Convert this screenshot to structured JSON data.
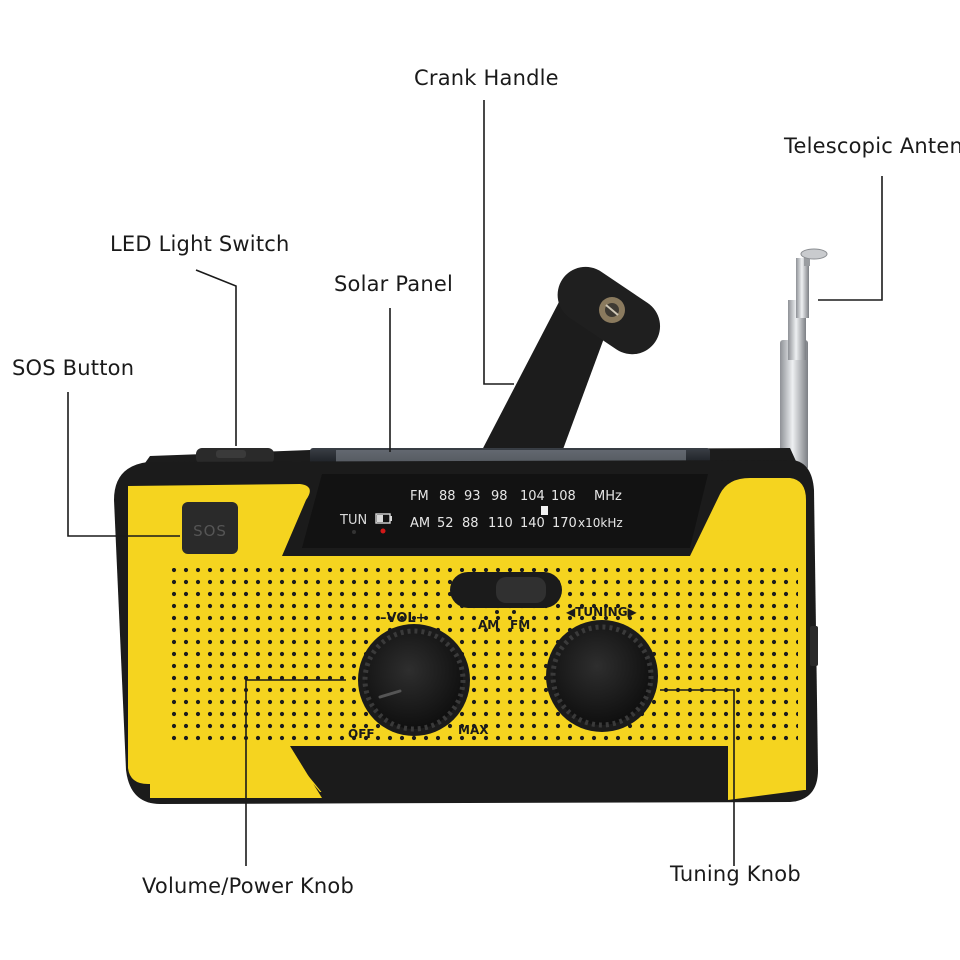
{
  "labels": {
    "crank_handle": "Crank Handle",
    "telescopic_antenna": "Telescopic Anten",
    "led_light_switch": "LED Light Switch",
    "solar_panel": "Solar Panel",
    "sos_button": "SOS Button",
    "volume_power_knob": "Volume/Power Knob",
    "tuning_knob": "Tuning Knob"
  },
  "radio": {
    "sos_text": "SOS",
    "dial": {
      "fm_label": "FM",
      "fm_marks": [
        "88",
        "93",
        "98",
        "104",
        "108"
      ],
      "fm_unit": "MHz",
      "am_label": "AM",
      "am_marks": [
        "52",
        "88",
        "110",
        "140",
        "170"
      ],
      "am_unit": "x10kHz",
      "tun_label": "TUN"
    },
    "vol_label": "–VOL+",
    "tuning_label": "◀TUNING▶",
    "band_am": "AM",
    "band_fm": "FM",
    "off_label": "OFF",
    "max_label": "MAX"
  },
  "colors": {
    "body_yellow": "#f5d41f",
    "body_black": "#1b1b1b",
    "dial_window": "#121212",
    "antenna": "#c7c9cc"
  }
}
